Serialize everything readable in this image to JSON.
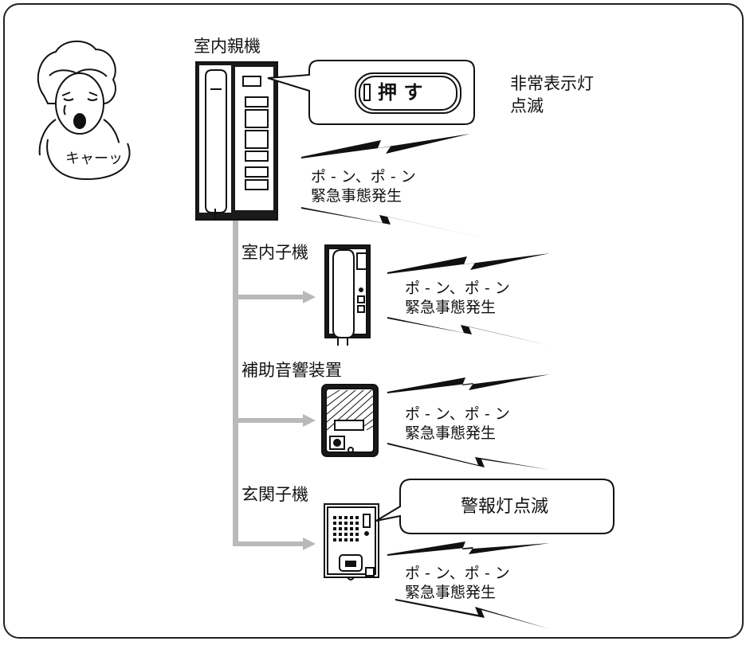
{
  "person": {
    "speech": "キャーッ"
  },
  "devices": {
    "master": {
      "label": "室内親機"
    },
    "sub_unit": {
      "label": "室内子機"
    },
    "aux_speaker": {
      "label": "補助音響装置"
    },
    "door_unit": {
      "label": "玄関子機"
    }
  },
  "callout_master": {
    "button_text": "押 す",
    "status_line1": "非常表示灯",
    "status_line2": "点滅"
  },
  "callout_door": {
    "text": "警報灯点滅"
  },
  "sound": {
    "line1": "ポ - ン、ポ - ン",
    "line2": "緊急事態発生"
  },
  "colors": {
    "connector": "#b9b9b9",
    "line": "#111111"
  }
}
